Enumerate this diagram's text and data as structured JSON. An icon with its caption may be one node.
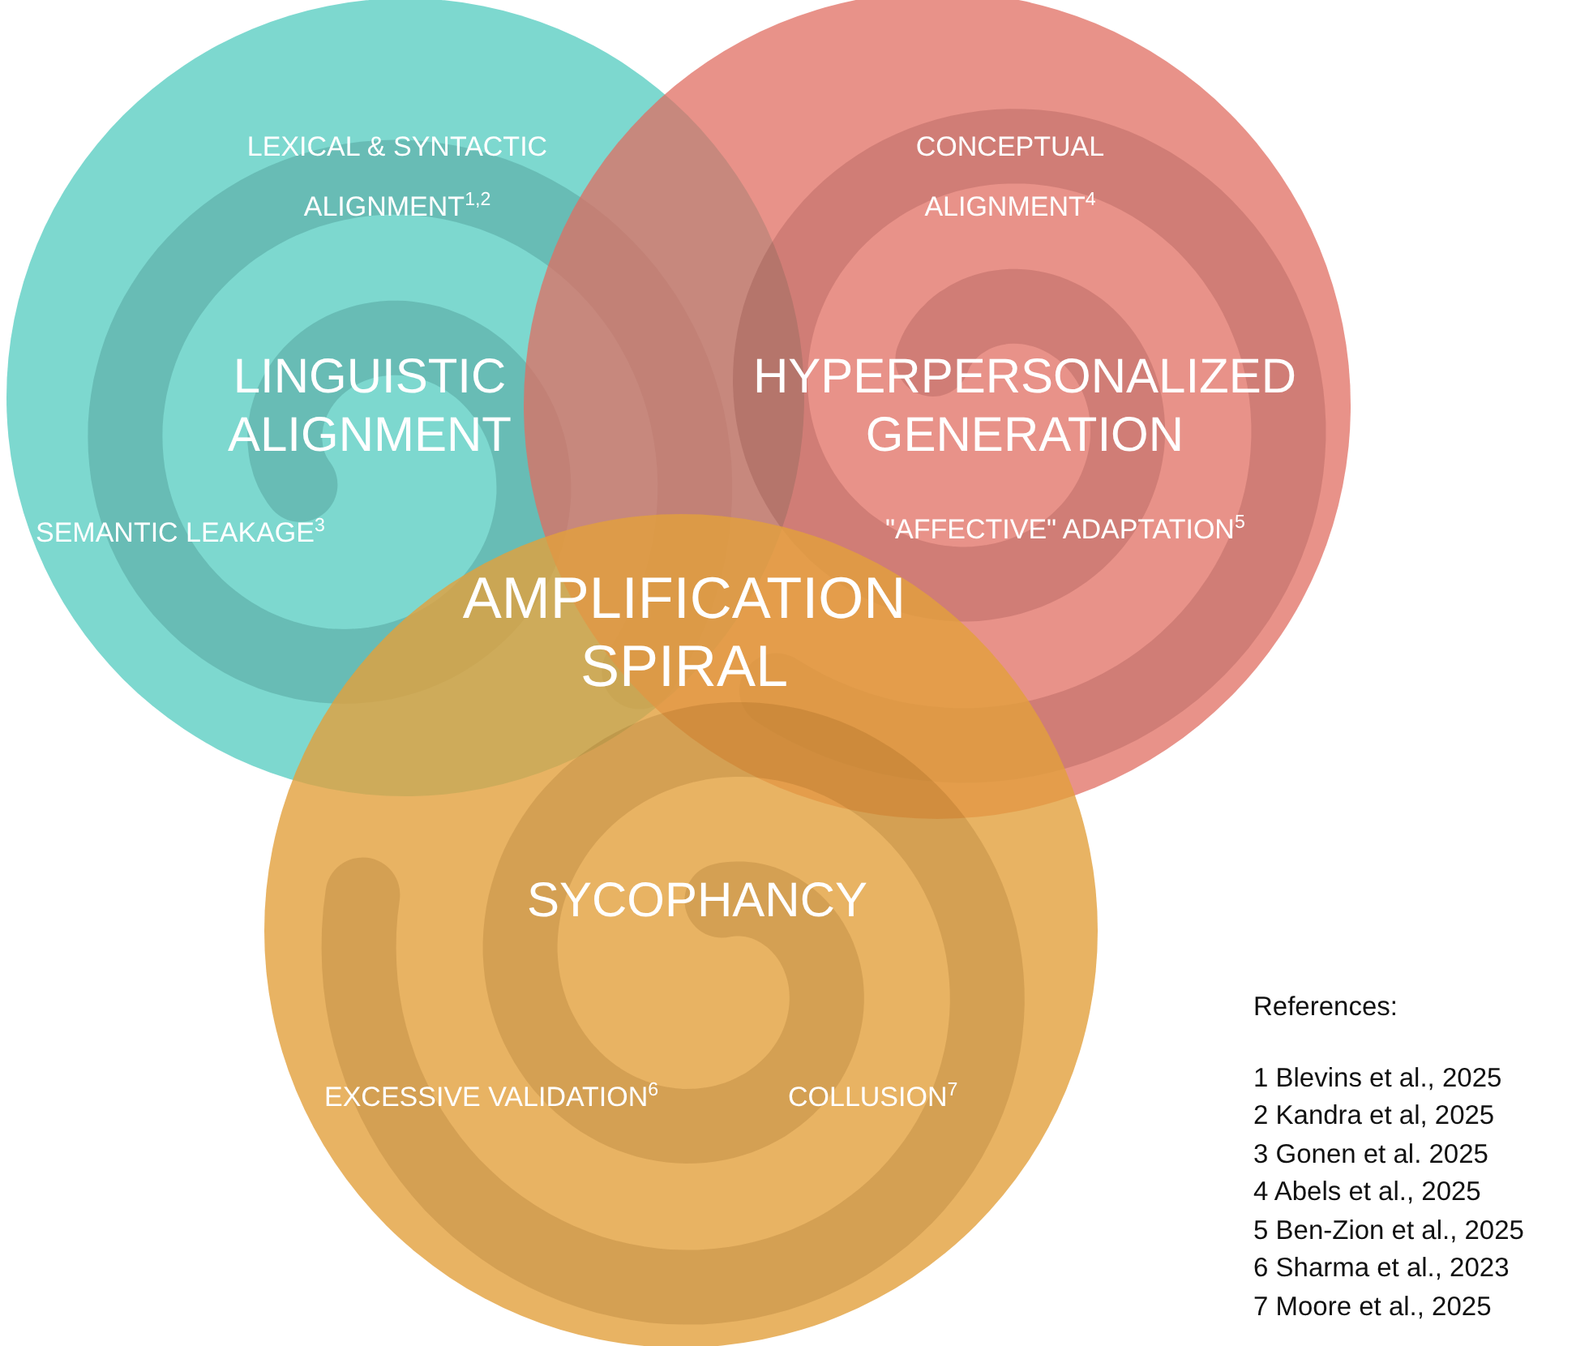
{
  "diagram": {
    "nodes": [
      {
        "text": [
          "LEXICAL & SYNTACTIC ALIGNMENT$^{1,2}$",
          "LINGUISTIC ALIGNMENT",
          "SEMANTIC LEAKAGE$^{3}$"
        ]
      },
      {
        "text": [
          "CONCEPTUAL ALIGNMENT$^{4}$",
          "HYPERPERSONALIZED GENERATION",
          "\"AFFECTIVE\" ADAPTATION$^{5}$"
        ]
      },
      {
        "text": [
          "SYCOPHANCY",
          "EXCESSIVE VALIDATION$^{6}$",
          "COLLUSION$^{7}$"
        ]
      }
    ],
    "edges": [],
    "labels": [
      "AMPLIFICATION SPIRAL",
      "References:",
      "1 Blevins et al., 2025",
      "2 Kandra et al, 2025",
      "3 Gonen et al. 2025",
      "4 Abels et al., 2025",
      "5 Ben-Zion et al., 2025",
      "6 Sharma et al., 2023",
      "7 Moore et al., 2025"
    ]
  }
}
